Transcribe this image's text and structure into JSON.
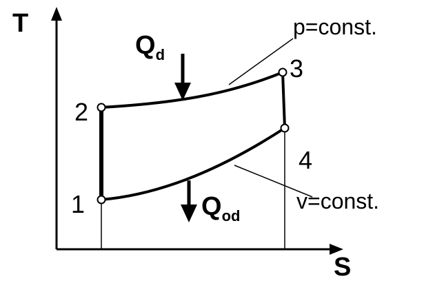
{
  "axes": {
    "y_label": "T",
    "x_label": "S"
  },
  "heat": {
    "in_main": "Q",
    "in_sub": "d",
    "out_main": "Q",
    "out_sub": "od"
  },
  "points": {
    "p1": "1",
    "p2": "2",
    "p3": "3",
    "p4": "4"
  },
  "annotations": {
    "isobar": "p=const.",
    "isochore": "v=const."
  }
}
